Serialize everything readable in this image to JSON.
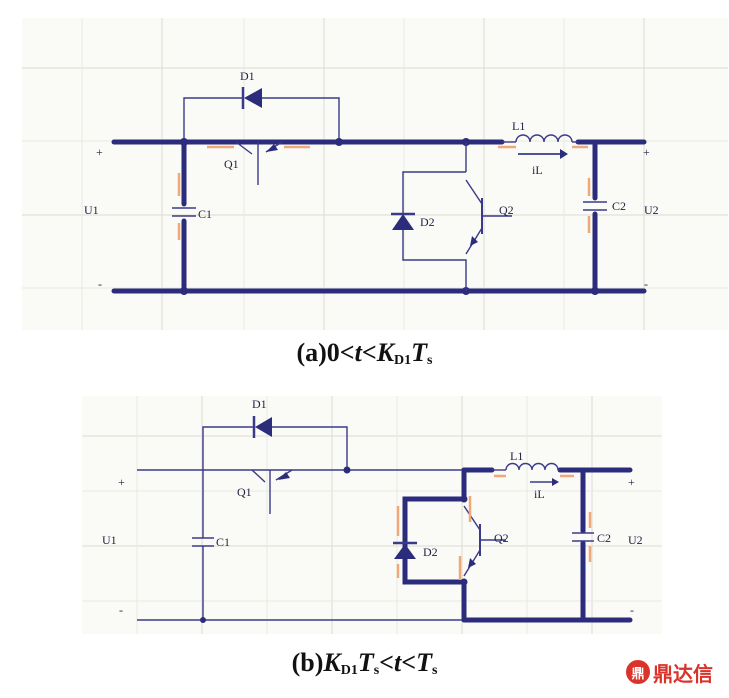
{
  "panel_a": {
    "labels": {
      "d1": "D1",
      "q1": "Q1",
      "c1": "C1",
      "u1": "U1",
      "l1": "L1",
      "il": "iL",
      "d2": "D2",
      "q2": "Q2",
      "c2": "C2",
      "u2": "U2",
      "plus_left": "+",
      "minus_left": "-",
      "plus_right": "+",
      "minus_right": "-"
    }
  },
  "panel_b": {
    "labels": {
      "d1": "D1",
      "q1": "Q1",
      "c1": "C1",
      "u1": "U1",
      "l1": "L1",
      "il": "iL",
      "d2": "D2",
      "q2": "Q2",
      "c2": "C2",
      "u2": "U2",
      "plus_left": "+",
      "minus_left": "-",
      "plus_right": "+",
      "minus_right": "-"
    }
  },
  "captions": {
    "a": {
      "prefix": "(a)0<",
      "t": "t",
      "lt": "<",
      "K": "K",
      "D1": "D1",
      "T": "T",
      "s": "s"
    },
    "b": {
      "prefix": "(b)",
      "K": "K",
      "D1": "D1",
      "T": "T",
      "s": "s",
      "lt": "<",
      "t": "t",
      "lt2": "<",
      "T2": "T",
      "s2": "s"
    }
  },
  "logo": {
    "mark": "鼎",
    "text": "鼎达信"
  },
  "colors": {
    "wire": "#2c2c7c",
    "highlight": "#f0a879",
    "logo": "#d9332a"
  }
}
